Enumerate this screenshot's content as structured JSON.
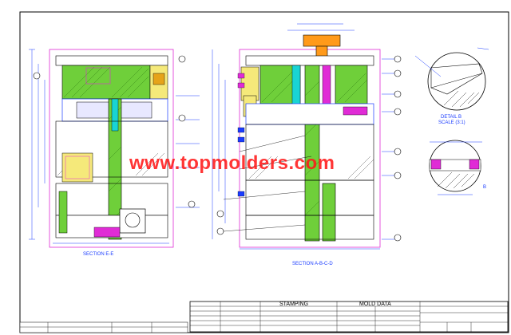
{
  "drawing": {
    "watermark": "www.topmolders.com",
    "section_left_label": "SECTION E-E",
    "section_center_label": "SECTION A-B-C-D",
    "detail_title": "DETAIL B",
    "detail_scale": "SCALE (3:1)",
    "detail_b_label": "B",
    "title_block": {
      "stamping_header": "STAMPING",
      "mold_data_header": "MOLD DATA"
    }
  },
  "colors": {
    "outline": "#000000",
    "dimension": "#1a3cff",
    "hatch_green": "#6fcf3a",
    "fill_yellow": "#f5e97a",
    "accent_cyan": "#19d4d4",
    "accent_magenta": "#e02bd6",
    "accent_orange": "#ff9a1a",
    "watermark": "#ff1a1a"
  },
  "icons": [
    "balloon-callout",
    "detail-circle"
  ]
}
